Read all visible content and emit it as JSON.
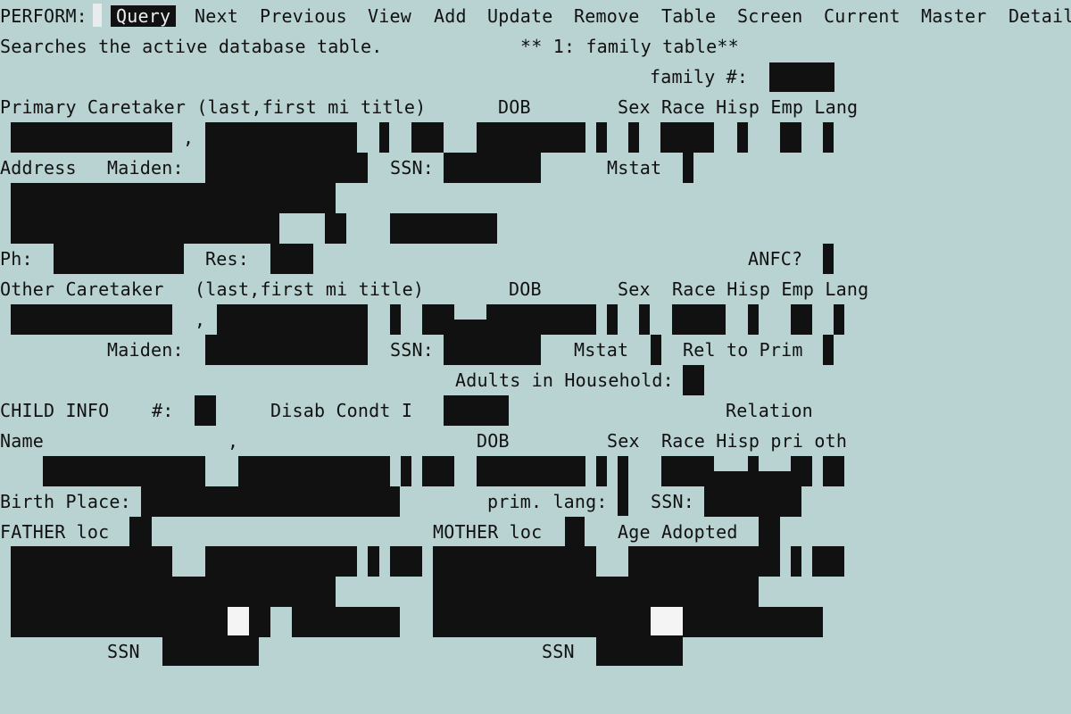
{
  "menu": {
    "prompt": "PERFORM:",
    "items": [
      "Query",
      "Next",
      "Previous",
      "View",
      "Add",
      "Update",
      "Remove",
      "Table",
      "Screen",
      "Current",
      "Master",
      "Detail"
    ],
    "selected": "Query"
  },
  "status": {
    "help": "Searches the active database table.",
    "table": "** 1: family table**"
  },
  "form": {
    "family_no": "family #:",
    "primary_header": "Primary Caretaker (last,first mi title)",
    "dob": "DOB",
    "primary_cols": "Sex Race Hisp Emp Lang",
    "comma": ",",
    "address": "Address",
    "maiden": "Maiden:",
    "ssn": "SSN:",
    "mstat": "Mstat",
    "ph": "Ph:",
    "res": "Res:",
    "anfc": "ANFC?",
    "other_header": "Other Caretaker",
    "other_sub": "(last,first mi title)",
    "sex": "Sex",
    "other_cols": "Race Hisp Emp Lang",
    "rel_to_prim": "Rel to Prim",
    "adults": "Adults in Household:",
    "child_info": "CHILD INFO",
    "child_no": "#:",
    "disab": "Disab Condt I",
    "relation": "Relation",
    "name": "Name",
    "child_cols": "Race Hisp pri oth",
    "birth_place": "Birth Place:",
    "prim_lang": "prim. lang:",
    "father_loc": "FATHER loc",
    "mother_loc": "MOTHER loc",
    "age_adopted": "Age Adopted",
    "ssn_short": "SSN"
  },
  "colors": {
    "background": "#b9d3d3",
    "text": "#111111",
    "redaction": "#111111"
  }
}
